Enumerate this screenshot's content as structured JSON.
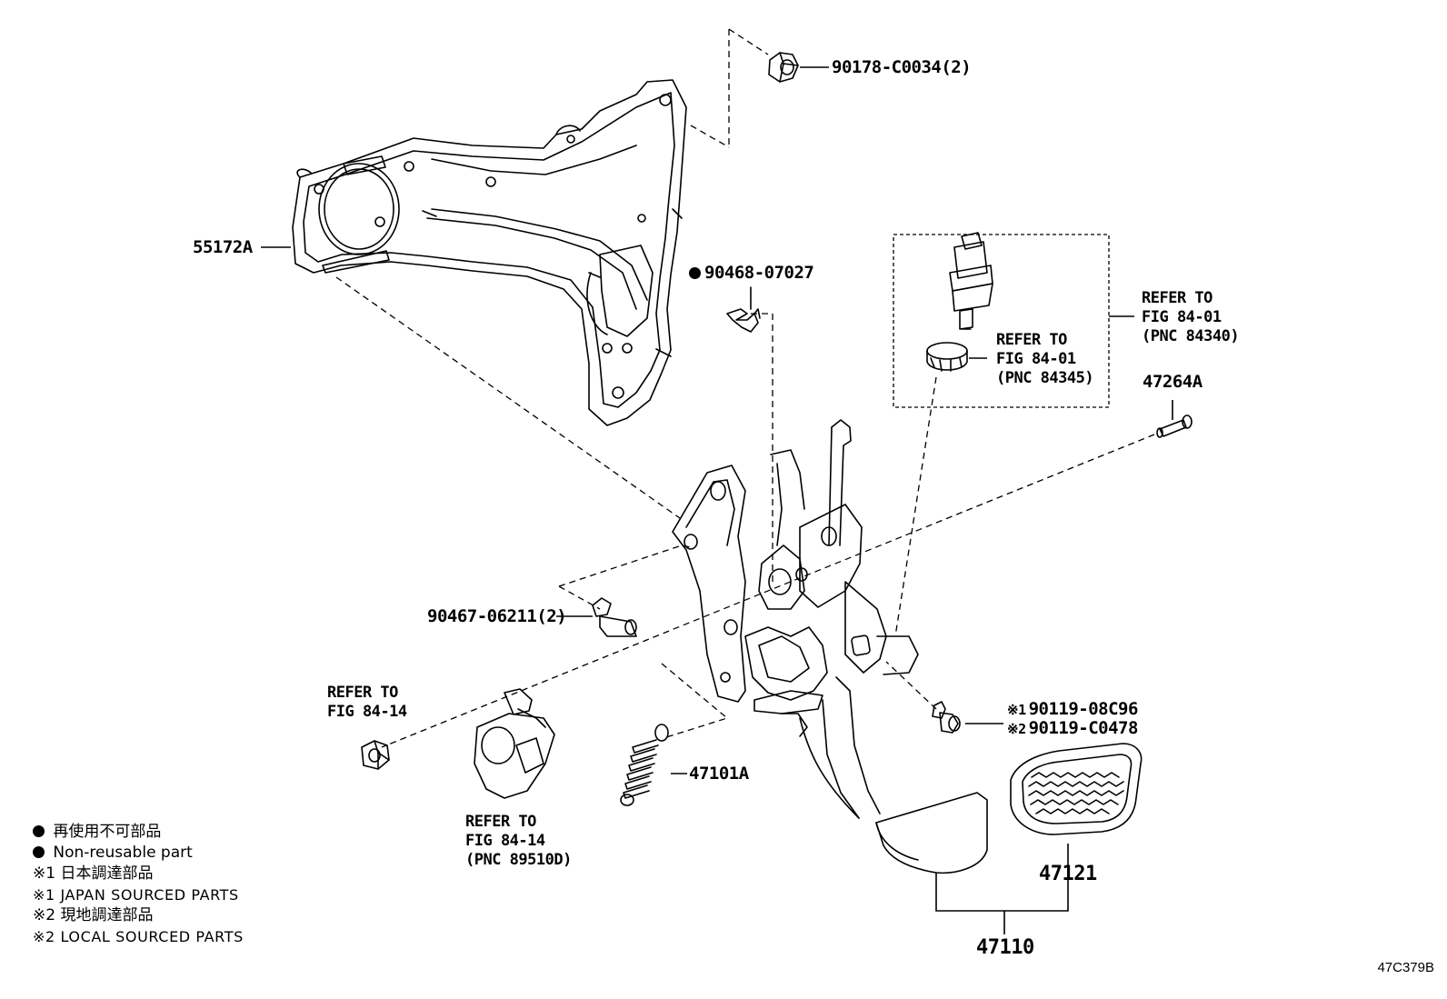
{
  "diagram": {
    "parts": [
      {
        "id": "p1",
        "label": "90178-C0034(2)"
      },
      {
        "id": "p2",
        "label": "55172A"
      },
      {
        "id": "p3",
        "label": "90468-07027",
        "non_reusable": true
      },
      {
        "id": "p4",
        "label": "47264A"
      },
      {
        "id": "p5",
        "label": "90467-06211(2)"
      },
      {
        "id": "p6",
        "label": "47101A"
      },
      {
        "id": "p7",
        "label": "47121"
      },
      {
        "id": "p8",
        "label": "47110"
      }
    ],
    "sourced_part": {
      "japan_mark": "※1",
      "japan_label": "90119-08C96",
      "local_mark": "※2",
      "local_label": "90119-C0478"
    },
    "refers": {
      "r1": [
        "REFER TO",
        "FIG 84-01",
        "(PNC 84340)"
      ],
      "r2": [
        "REFER TO",
        "FIG 84-01",
        "(PNC 84345)"
      ],
      "r3": [
        "REFER TO",
        "FIG 84-14"
      ],
      "r4": [
        "REFER TO",
        "FIG 84-14",
        "(PNC 89510D)"
      ]
    },
    "legend": [
      "再使用不可部品",
      "Non-reusable part",
      "※1 日本調達部品",
      "※1 JAPAN SOURCED PARTS",
      "※2 現地調達部品",
      "※2 LOCAL SOURCED PARTS"
    ],
    "figure_id": "47C379B"
  }
}
